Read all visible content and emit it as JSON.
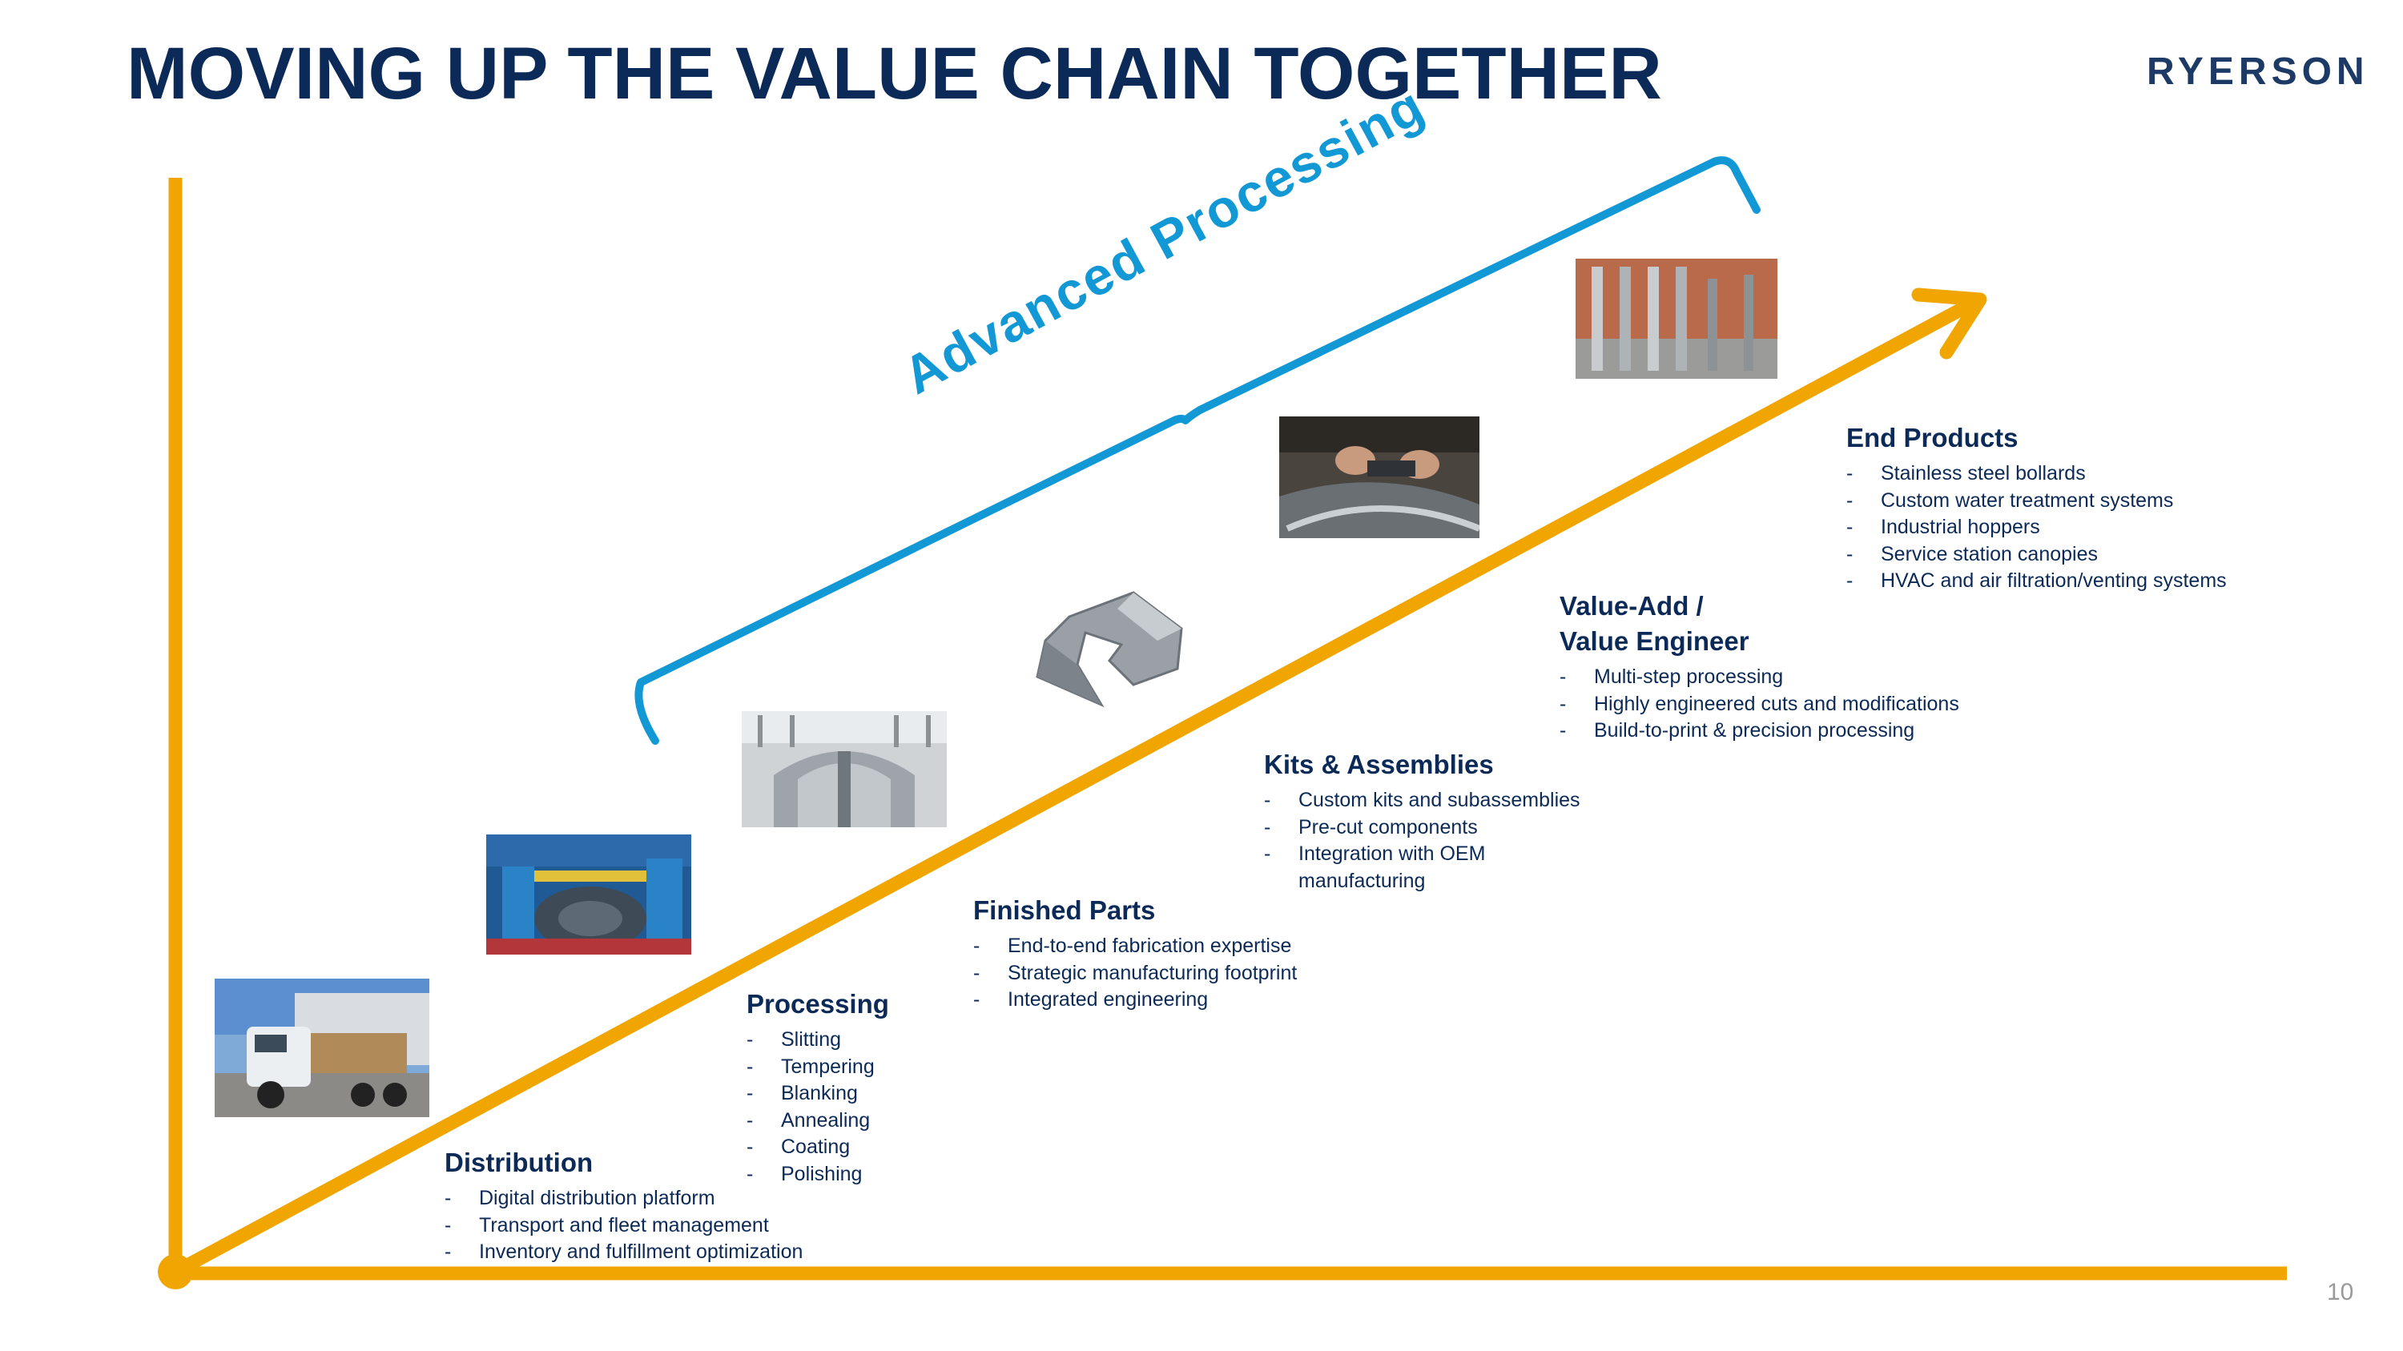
{
  "title": "MOVING UP THE VALUE CHAIN TOGETHER",
  "logo_text": "RYERSON",
  "bracket_label": "Advanced Processing",
  "page_number": "10",
  "colors": {
    "axis": "#f0a500",
    "bracket": "#1198d5",
    "text": "#0c2a57"
  },
  "stages": [
    {
      "title": "Distribution",
      "items": [
        "Digital distribution platform",
        "Transport and fleet management",
        "Inventory and fulfillment optimization"
      ]
    },
    {
      "title": "Processing",
      "items": [
        "Slitting",
        "Tempering",
        "Blanking",
        "Annealing",
        "Coating",
        "Polishing"
      ]
    },
    {
      "title": "Finished Parts",
      "items": [
        "End-to-end fabrication expertise",
        "Strategic manufacturing footprint",
        "Integrated engineering"
      ]
    },
    {
      "title": "Kits & Assemblies",
      "items": [
        "Custom kits and subassemblies",
        "Pre-cut components",
        "Integration with OEM manufacturing"
      ]
    },
    {
      "title_line1": "Value-Add /",
      "title_line2": "Value Engineer",
      "items": [
        "Multi-step processing",
        "Highly engineered cuts and modifications",
        "Build-to-print & precision processing"
      ]
    },
    {
      "title": "End Products",
      "items": [
        "Stainless steel bollards",
        "Custom water treatment systems",
        "Industrial hoppers",
        "Service station canopies",
        "HVAC and air filtration/venting systems"
      ]
    }
  ],
  "images": [
    {
      "name": "truck-photo"
    },
    {
      "name": "coil-slitting-photo"
    },
    {
      "name": "steel-tank-photo"
    },
    {
      "name": "bent-metal-part-photo"
    },
    {
      "name": "assembly-hands-photo"
    },
    {
      "name": "bollards-photo"
    }
  ]
}
